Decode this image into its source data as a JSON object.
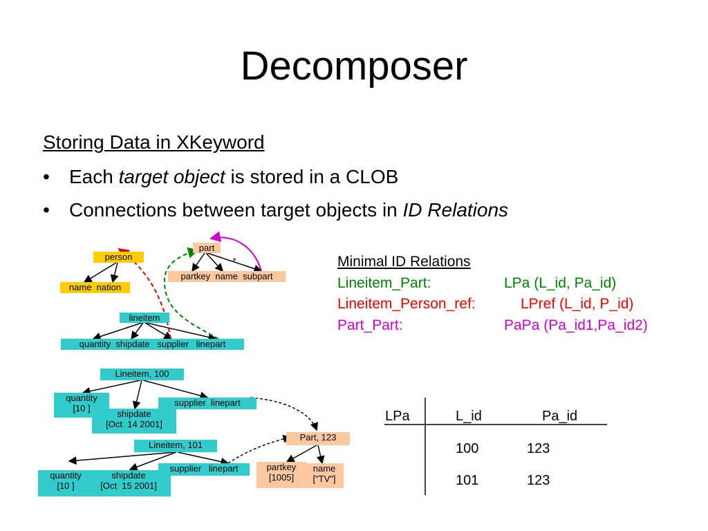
{
  "slide": {
    "title": "Decomposer",
    "subheading": "Storing Data in XKeyword",
    "bullets": [
      {
        "marker": "•",
        "before": "Each ",
        "emph": "target object",
        "after": " is stored in a CLOB"
      },
      {
        "marker": "•",
        "before": "Connections between target objects in ",
        "emph": "ID Relations",
        "after": ""
      }
    ]
  },
  "relations": {
    "heading": "Minimal ID Relations",
    "items": [
      {
        "label": "Lineitem_Part:",
        "value": "LPa (L_id, Pa_id)",
        "color": "#008000"
      },
      {
        "label": "Lineitem_Person_ref:",
        "value": "LPref (L_id, P_id)",
        "color": "#ee0000"
      },
      {
        "label": "Part_Part:",
        "value": "PaPa (Pa_id1,Pa_id2)",
        "color": "#cc00cc"
      }
    ]
  },
  "schema": {
    "person": "person",
    "person_children": "name  nation",
    "part": "part",
    "star": "*",
    "part_children": "partkey  name  subpart",
    "lineitem": "lineitem",
    "lineitem_children": "quantity  shipdate   supplier   linepart"
  },
  "instances": {
    "li100": "Lineitem, 100",
    "li100_quantity": [
      "quantity",
      "[10 ]"
    ],
    "li100_shipdate": [
      "shipdate",
      "[Oct  14 2001]"
    ],
    "li100_refs": "supplier  linepart",
    "li101": "Lineitem, 101",
    "li101_quantity": [
      "quantity",
      "[10 ]"
    ],
    "li101_shipdate": [
      "shipdate",
      "[Oct  15 2001]"
    ],
    "li101_refs": "supplier   linepart",
    "part123": "Part, 123",
    "part_partkey": [
      "partkey",
      "[1005]"
    ],
    "part_name": [
      "name",
      "[\"TV\"]"
    ]
  },
  "table": {
    "name": "LPa",
    "columns": [
      "L_id",
      "Pa_id"
    ],
    "rows": [
      [
        "100",
        "123"
      ],
      [
        "101",
        "123"
      ]
    ]
  },
  "colors": {
    "person_box": "#ffcc00",
    "part_box": "#fbc8a0",
    "lineitem_box": "#33cccc",
    "green_edge": "#008000",
    "red_edge": "#dd0000",
    "magenta_edge": "#cc00cc"
  }
}
